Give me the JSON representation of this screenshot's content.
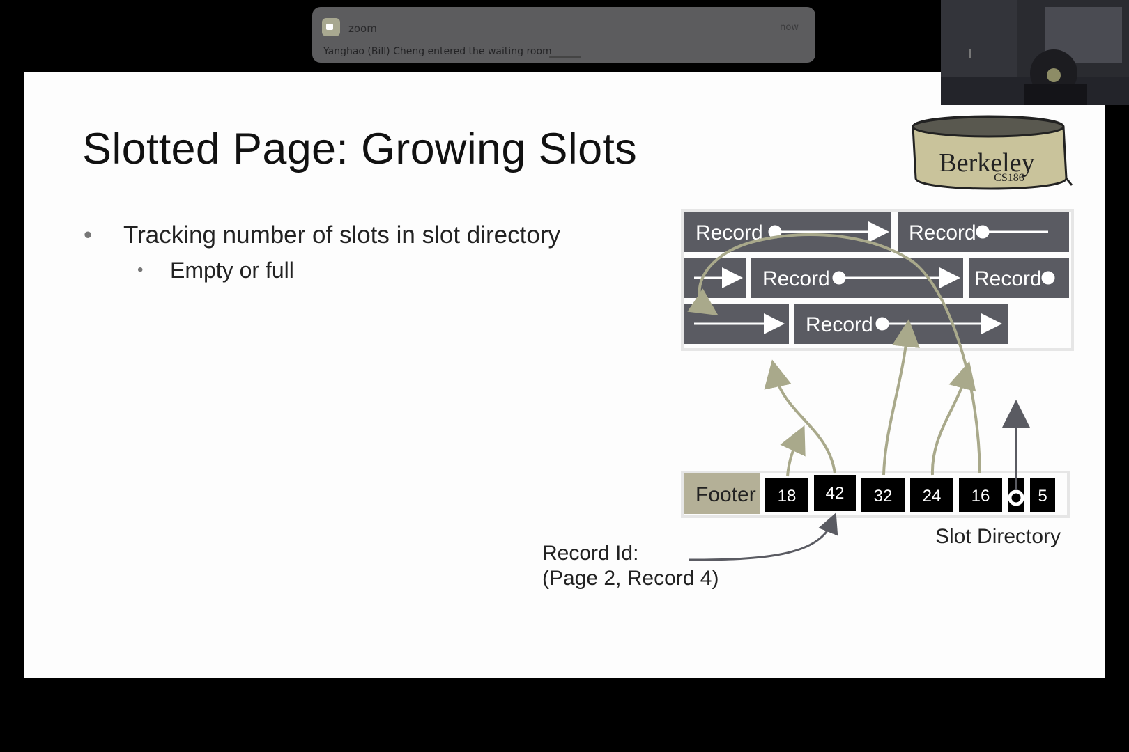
{
  "notification": {
    "app_name": "zoom",
    "time": "now",
    "message": "Yanghao (Bill) Cheng entered the waiting room"
  },
  "slide": {
    "title": "Slotted Page: Growing Slots",
    "bullets": [
      {
        "text": "Tracking number of slots in slot directory",
        "level": 1
      },
      {
        "text": "Empty or full",
        "level": 2
      }
    ],
    "logo": {
      "name": "Berkeley",
      "subtitle": "CS186"
    },
    "diagram": {
      "record_label": "Record",
      "footer_label": "Footer",
      "slots": [
        "18",
        "42",
        "32",
        "24",
        "16"
      ],
      "slot_count": "5",
      "slot_directory_label": "Slot Directory",
      "record_id_label": "Record Id:",
      "record_id_value": "(Page 2, Record 4)"
    },
    "colors": {
      "record_fill": "#5a5b62",
      "arrow_tan": "#a9a98b",
      "slot_fill": "#000000",
      "footer_fill": "#b4b097"
    }
  }
}
